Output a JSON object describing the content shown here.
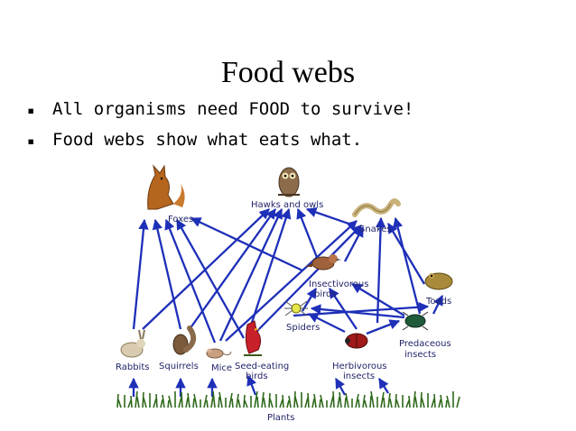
{
  "slide": {
    "title": "Food webs",
    "bullets": [
      "All organisms need FOOD to survive!",
      "Food webs show what eats what."
    ]
  },
  "diagram": {
    "nodes": {
      "foxes": "Foxes",
      "hawks": "Hawks and owls",
      "snakes": "Snakes",
      "insectivorous_1": "Insectivorous",
      "insectivorous_2": "birds",
      "toads": "Toads",
      "spiders": "Spiders",
      "predaceous_1": "Predaceous",
      "predaceous_2": "insects",
      "rabbits": "Rabbits",
      "squirrels": "Squirrels",
      "mice": "Mice",
      "seed_1": "Seed-eating",
      "seed_2": "birds",
      "herb_1": "Herbivorous",
      "herb_2": "insects",
      "plants": "Plants"
    },
    "colors": {
      "arrow": "#1e2fb8",
      "label": "#22246a",
      "grass": "#2f6a1c"
    },
    "icons": [
      "fox-icon",
      "owl-icon",
      "snake-icon",
      "insectivorous-bird-icon",
      "toad-icon",
      "spider-icon",
      "beetle-icon",
      "rabbit-icon",
      "squirrel-icon",
      "mouse-icon",
      "cardinal-icon",
      "ladybug-icon",
      "grass-icon"
    ]
  }
}
